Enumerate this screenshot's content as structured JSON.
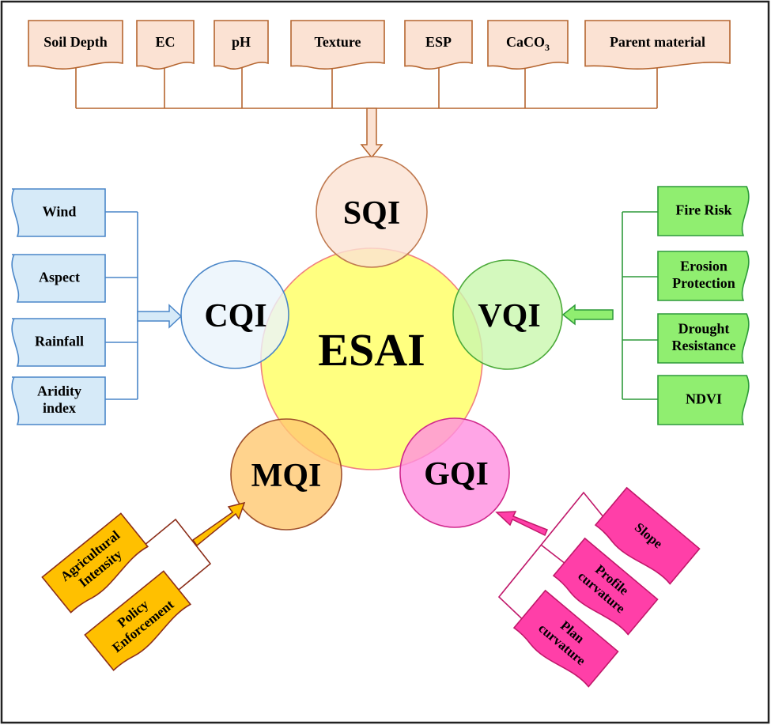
{
  "center": {
    "label": "ESAI",
    "color": "#e8151b",
    "fill": "#ffff80",
    "stroke": "#f08080"
  },
  "indices": {
    "sqi": {
      "label": "SQI",
      "fill": "#fbe2d3",
      "stroke": "#c07a50"
    },
    "cqi": {
      "label": "CQI",
      "fill": "#eaf4fb",
      "stroke": "#4a86c8"
    },
    "vqi": {
      "label": "VQI",
      "fill": "#c9f7ae",
      "stroke": "#4caa3a"
    },
    "mqi": {
      "label": "MQI",
      "fill": "#ffc870",
      "stroke": "#a0522d"
    },
    "gqi": {
      "label": "GQI",
      "fill": "#ff8fe0",
      "stroke": "#d0288c"
    }
  },
  "soil": {
    "fill": "#fbe2d3",
    "stroke": "#b5652f",
    "items": [
      "Soil Depth",
      "EC",
      "pH",
      "Texture",
      "ESP",
      "CaCO",
      "Parent material"
    ],
    "caco3_subscript": "3"
  },
  "climate": {
    "fill": "#d6eaf8",
    "stroke": "#4a86c8",
    "items": [
      "Wind",
      "Aspect",
      "Rainfall"
    ],
    "aridity": [
      "Aridity",
      "index"
    ]
  },
  "vegetation": {
    "fill": "#90ee70",
    "stroke": "#2e9a3a",
    "fire": "Fire Risk",
    "erosion": [
      "Erosion",
      "Protection"
    ],
    "drought": [
      "Drought",
      "Resistance"
    ],
    "ndvi": "NDVI"
  },
  "management": {
    "fill": "#ffc000",
    "stroke": "#8b2e1a",
    "agri": [
      "Agricultural",
      "Intensity"
    ],
    "policy": [
      "Policy",
      "Enforcement"
    ]
  },
  "geology": {
    "fill": "#ff3fa8",
    "stroke": "#c0186a",
    "slope": "Slope",
    "profile": [
      "Profile",
      "curvature"
    ],
    "plan": [
      "Plan",
      "curvature"
    ]
  }
}
